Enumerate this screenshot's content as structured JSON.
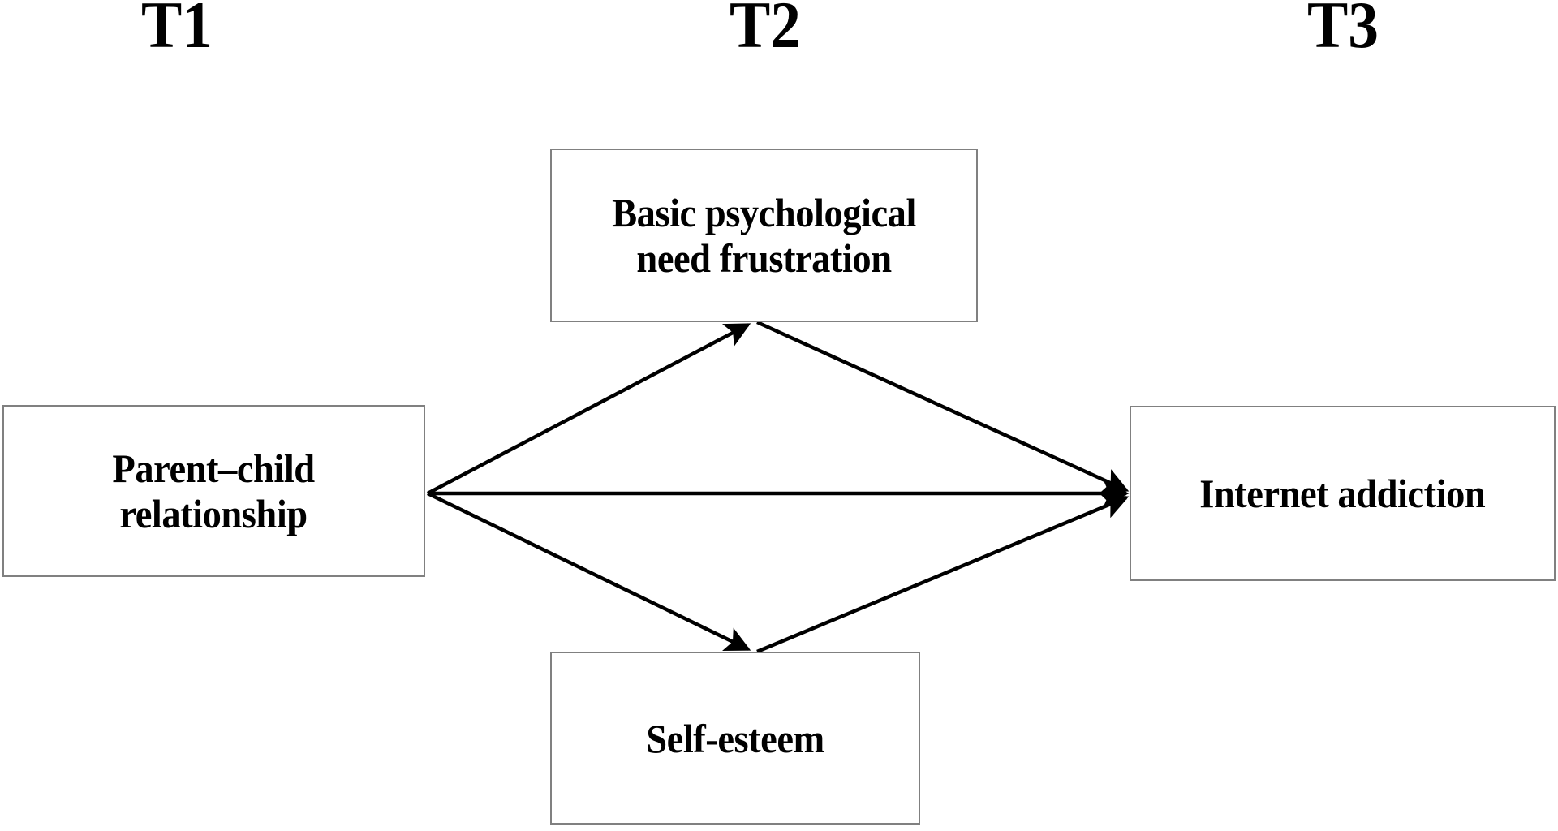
{
  "figure": {
    "type": "path-model-diagram",
    "background_color": "#ffffff",
    "line_color": "#000000",
    "box_border_color": "#808080",
    "text_color": "#000000"
  },
  "wave_labels": [
    {
      "id": "t1",
      "label": "T1"
    },
    {
      "id": "t2",
      "label": "T2"
    },
    {
      "id": "t3",
      "label": "T3"
    }
  ],
  "nodes": {
    "predictor": {
      "label": "Parent–child relationship",
      "line1": "Parent–child",
      "line2": "relationship",
      "wave": "T1"
    },
    "mediator_bpnf": {
      "label": "Basic psychological need frustration",
      "line1": "Basic psychological",
      "line2": "need frustration",
      "wave": "T2"
    },
    "mediator_se": {
      "label": "Self-esteem",
      "line1": "Self-esteem",
      "line2": "",
      "wave": "T2"
    },
    "outcome": {
      "label": "Internet addiction",
      "line1": "Internet addiction",
      "line2": "",
      "wave": "T3"
    }
  },
  "paths": [
    {
      "id": "a1",
      "from": "predictor",
      "to": "mediator_bpnf",
      "arrowhead": "single"
    },
    {
      "id": "a2",
      "from": "predictor",
      "to": "mediator_se",
      "arrowhead": "single"
    },
    {
      "id": "c",
      "from": "predictor",
      "to": "outcome",
      "arrowhead": "single"
    },
    {
      "id": "b1",
      "from": "mediator_bpnf",
      "to": "outcome",
      "arrowhead": "single"
    },
    {
      "id": "b2",
      "from": "mediator_se",
      "to": "outcome",
      "arrowhead": "single"
    }
  ]
}
